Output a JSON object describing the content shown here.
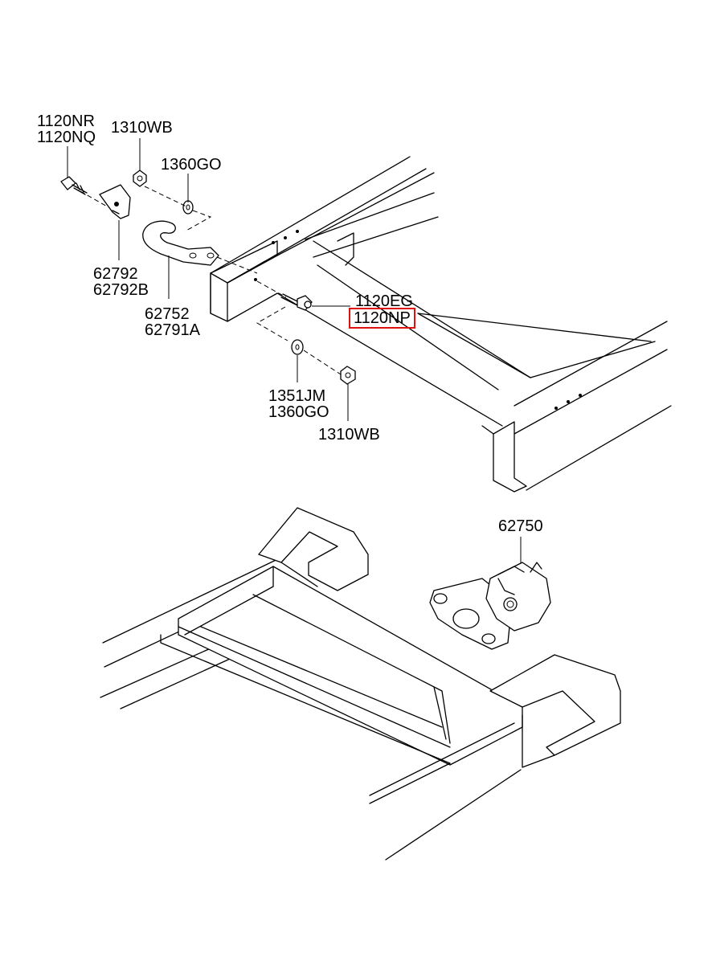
{
  "labels": {
    "l_1120NR": "1120NR",
    "l_1120NQ": "1120NQ",
    "l_1310WB_top": "1310WB",
    "l_1360GO_top": "1360GO",
    "l_62792": "62792",
    "l_62792B": "62792B",
    "l_62752": "62752",
    "l_62791A": "62791A",
    "l_1120EG": "1120EG",
    "l_1120NP": "1120NP",
    "l_1351JM": "1351JM",
    "l_1360GO_bot": "1360GO",
    "l_1310WB_bot": "1310WB",
    "l_62750": "62750"
  },
  "highlight": {
    "part": "1120NP",
    "color": "#e01010"
  }
}
